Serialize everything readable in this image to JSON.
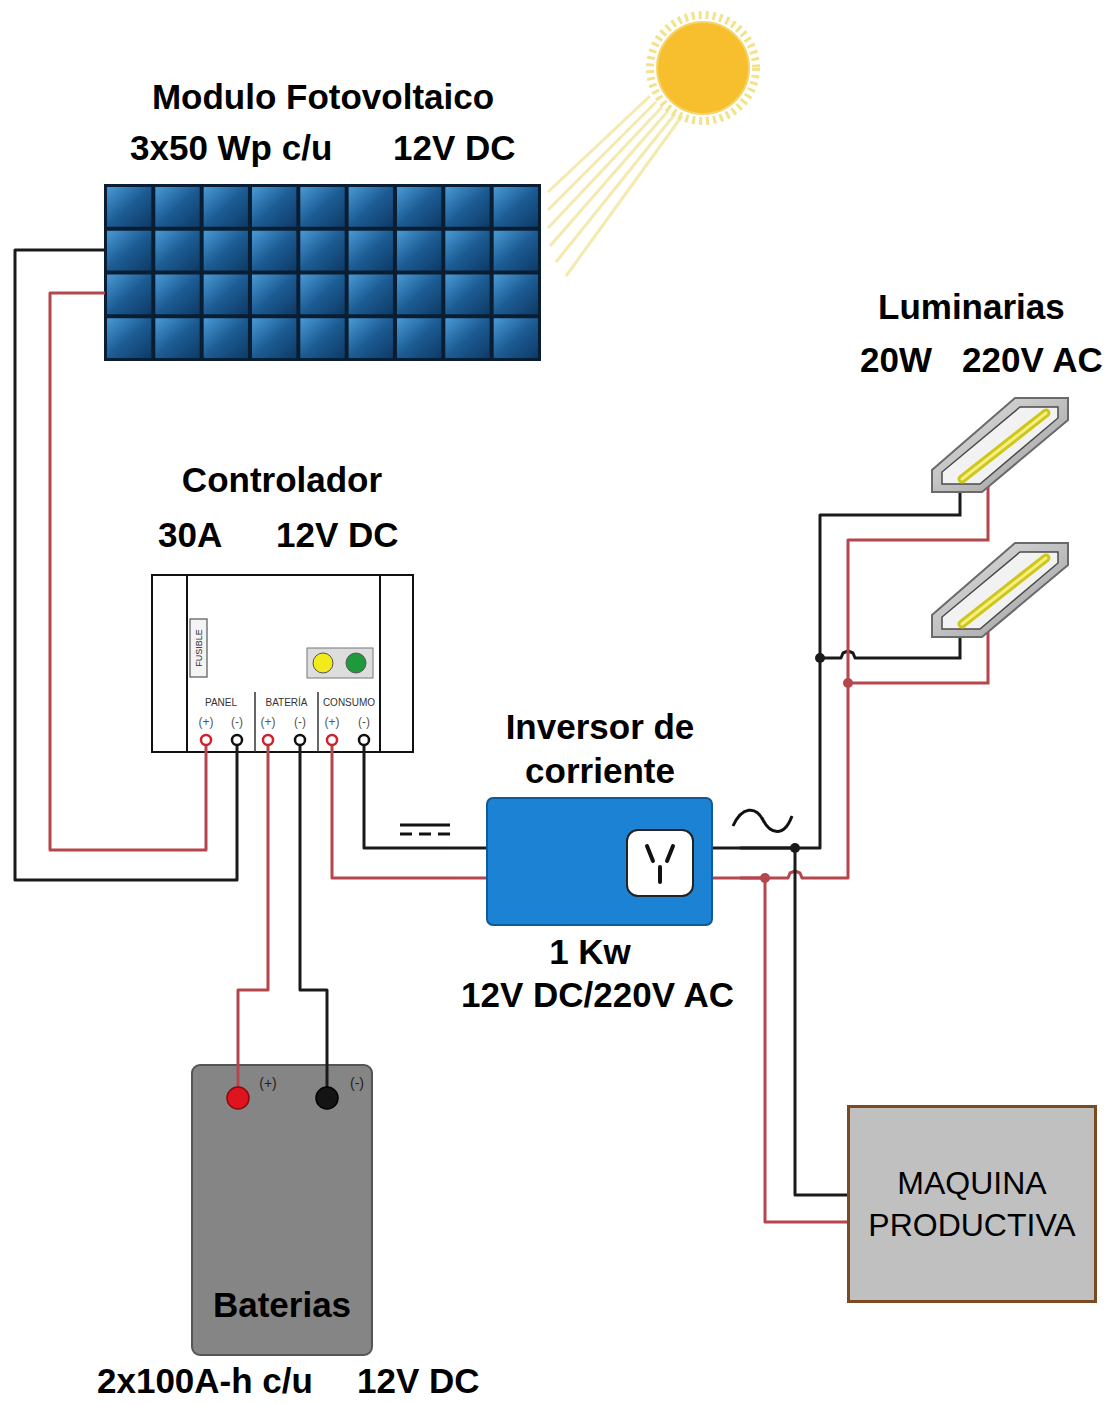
{
  "diagram": {
    "nodes": [
      {
        "text": [
          "Modulo Fotovoltaico",
          "3x50 Wp c/u",
          "12V DC"
        ]
      },
      {
        "text": [
          "Controlador",
          "30A",
          "12V DC",
          "FUSIBLE",
          "PANEL",
          "BATERÍA",
          "CONSUMO",
          "(+)",
          "(-)",
          "(+)",
          "(-)",
          "(+)",
          "(-)"
        ]
      },
      {
        "text": [
          "Luminarias",
          "20W",
          "220V AC"
        ]
      },
      {
        "text": [
          "Inversor de corriente",
          "1 Kw",
          "12V DC/220V AC"
        ]
      },
      {
        "text": [
          "Baterias",
          "(+)",
          "(-)",
          "2x100A-h c/u",
          "12V DC"
        ]
      },
      {
        "text": [
          "MAQUINA PRODUCTIVA"
        ]
      }
    ],
    "edges": [
      {
        "from": 0,
        "to": 1,
        "arrow": "none"
      },
      {
        "from": 1,
        "to": 4,
        "arrow": "none"
      },
      {
        "from": 1,
        "to": 3,
        "arrow": "none"
      },
      {
        "from": 3,
        "to": 2,
        "arrow": "none"
      },
      {
        "from": 3,
        "to": 5,
        "arrow": "none"
      }
    ]
  }
}
